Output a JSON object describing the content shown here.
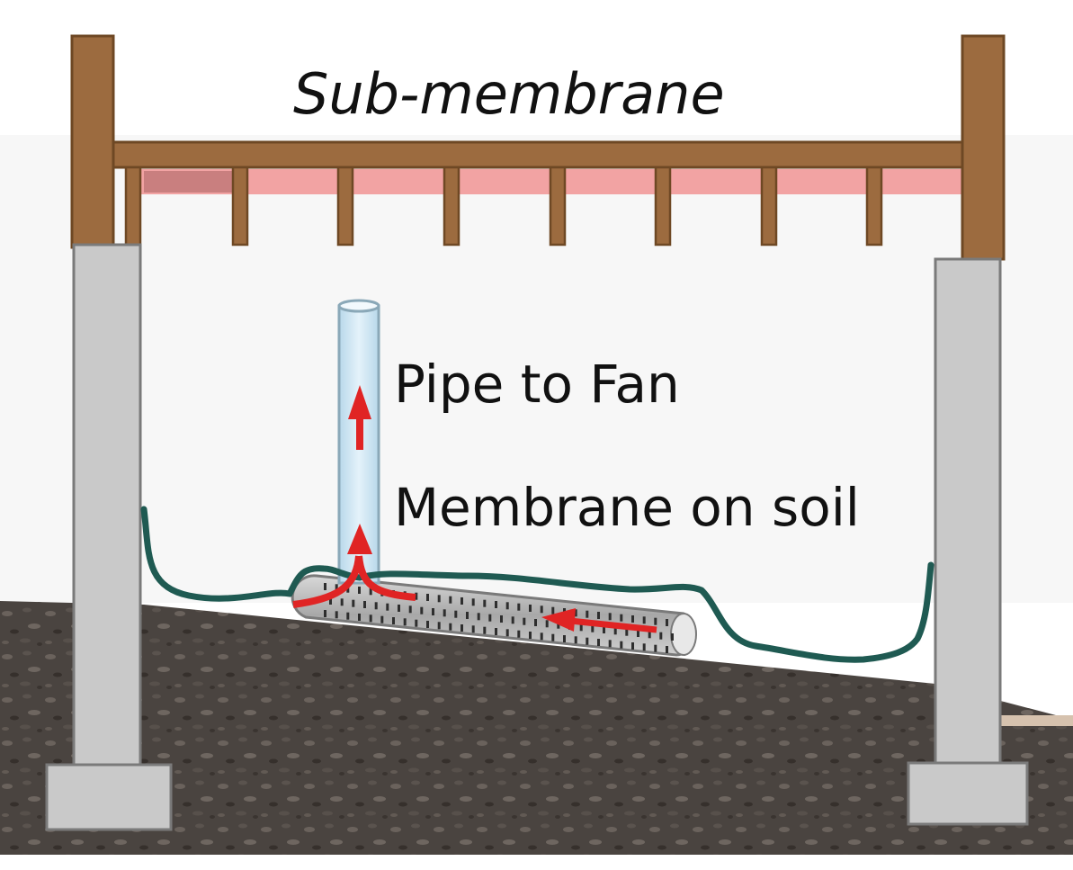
{
  "title": "Sub-membrane",
  "labels": {
    "pipe": "Pipe to Fan",
    "membrane": "Membrane on soil"
  },
  "colors": {
    "wood": "#9c6b3f",
    "wood_edge": "#6e4824",
    "insulation": "#f2a3a3",
    "insulation_dark": "#c97f7f",
    "concrete": "#c9c9c9",
    "concrete_edge": "#7a7a7a",
    "soil": "#4a4440",
    "membrane": "#1f5a52",
    "pipe": "#cfe6f2",
    "pipe_edge": "#8aa8b8",
    "perforated_pipe": "#bfbfbf",
    "airflow": "#e02424"
  }
}
